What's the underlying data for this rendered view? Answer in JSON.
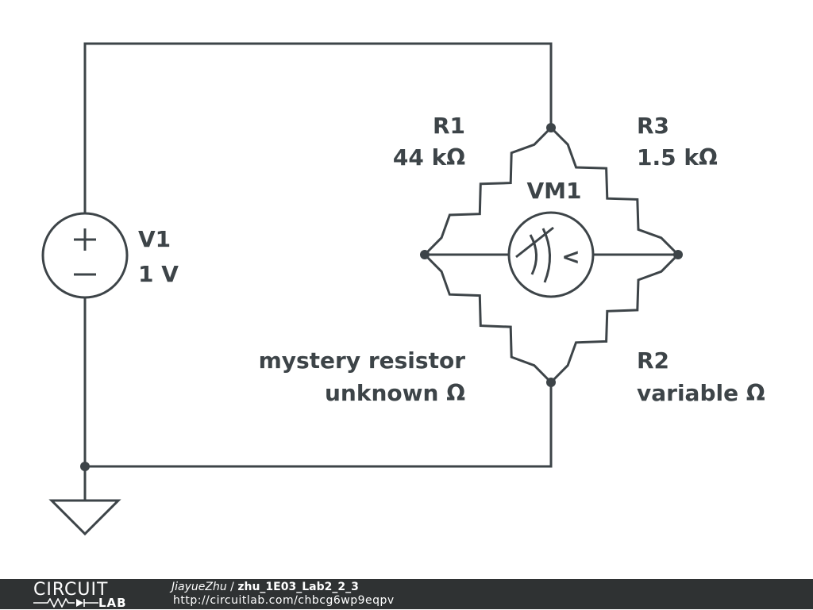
{
  "components": {
    "v1": {
      "name": "V1",
      "value": "1 V",
      "plus_symbol": "+",
      "minus_symbol": "−"
    },
    "r1": {
      "name": "R1",
      "value": "44 kΩ"
    },
    "r3": {
      "name": "R3",
      "value": "1.5 kΩ"
    },
    "r2": {
      "name": "R2",
      "value": "variable Ω"
    },
    "mystery": {
      "name": "mystery resistor",
      "value": "unknown Ω"
    },
    "vm1": {
      "name": "VM1",
      "symbol": "<"
    }
  },
  "footer": {
    "logo_top": "CIRCUIT",
    "logo_bottom": "LAB",
    "author": "JiayueZhu",
    "separator": " / ",
    "title": "zhu_1E03_Lab2_2_3",
    "url": "http://circuitlab.com/chbcg6wp9eqpv"
  },
  "colors": {
    "ink": "#3d4448",
    "footer_bg": "#2f3233"
  }
}
